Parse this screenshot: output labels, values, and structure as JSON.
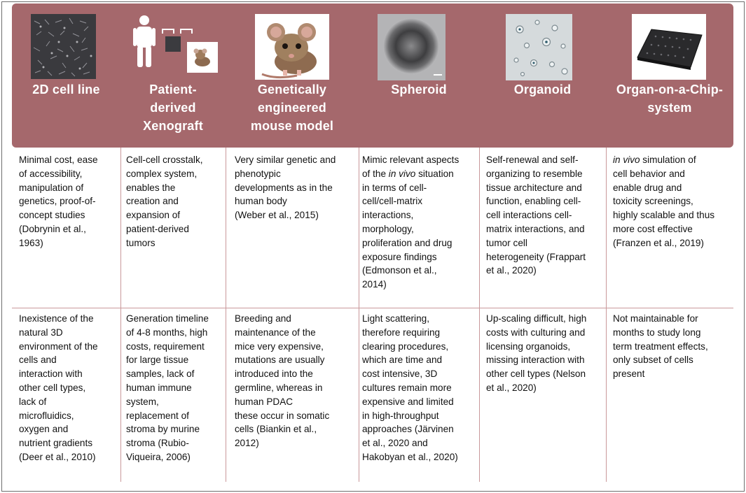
{
  "colors": {
    "header_bg": "#a5686c",
    "header_text": "#ffffff",
    "grid_line": "#c9989a",
    "text": "#111111"
  },
  "columns": [
    {
      "title_lines": [
        "2D cell line"
      ],
      "image": "cell-culture-micrograph"
    },
    {
      "title_lines": [
        "Patient-",
        "derived",
        "Xenograft"
      ],
      "image": "human-to-mouse-xenograft"
    },
    {
      "title_lines": [
        "Genetically",
        "engineered",
        "mouse model"
      ],
      "image": "mouse-photo"
    },
    {
      "title_lines": [
        "Spheroid"
      ],
      "image": "spheroid-micrograph"
    },
    {
      "title_lines": [
        "Organoid"
      ],
      "image": "organoid-micrograph"
    },
    {
      "title_lines": [
        "Organ-on-a-Chip-",
        "system"
      ],
      "image": "microfluidic-chip-plate"
    }
  ],
  "advantages": [
    {
      "lines": [
        "Minimal cost, ease",
        "of accessibility,",
        "manipulation of",
        "genetics, proof-of-",
        "concept studies",
        "(Dobrynin et al.,",
        "1963)"
      ]
    },
    {
      "lines": [
        "Cell-cell crosstalk,",
        "complex system,",
        "enables the",
        "creation and",
        "expansion of",
        "patient-derived",
        "tumors"
      ]
    },
    {
      "lines": [
        "Very similar genetic and",
        "phenotypic",
        "developments as in the",
        "human body",
        "(Weber et al., 2015)"
      ]
    },
    {
      "lines": [
        "Mimic relevant aspects",
        "of the ",
        "in vivo",
        " situation",
        "in terms of cell-",
        "cell/cell-matrix",
        "interactions,",
        "morphology,",
        "proliferation and drug",
        "exposure findings",
        "(Edmonson et al.,",
        "2014)"
      ]
    },
    {
      "lines": [
        "Self-renewal and self-",
        "organizing to resemble",
        "tissue architecture and",
        "function, enabling cell-",
        "cell interactions cell-",
        "matrix interactions, and",
        "tumor cell",
        "heterogeneity (Frappart",
        "et al., 2020)"
      ]
    },
    {
      "lines": [
        "in vivo",
        " simulation of",
        "cell behavior and",
        "enable drug and",
        "toxicity screenings,",
        "highly scalable and thus",
        "more cost effective",
        "(Franzen et al., 2019)"
      ]
    }
  ],
  "disadvantages": [
    {
      "lines": [
        "Inexistence of the",
        "natural 3D",
        "environment of the",
        "cells and",
        "interaction with",
        "other cell types,",
        "lack of",
        "microfluidics,",
        "oxygen and",
        "nutrient gradients",
        "(Deer et al., 2010)"
      ]
    },
    {
      "lines": [
        "Generation timeline",
        "of 4-8 months, high",
        "costs, requirement",
        "for large tissue",
        "samples, lack of",
        "human immune",
        "system,",
        "replacement of",
        "stroma by murine",
        "stroma (Rubio-",
        "Viqueira, 2006)"
      ]
    },
    {
      "lines": [
        "Breeding and",
        "maintenance of the",
        "mice very expensive,",
        "mutations are usually",
        "introduced into the",
        "germline, whereas in",
        "human PDAC",
        "these occur in somatic",
        "cells (Biankin et al.,",
        "2012)"
      ]
    },
    {
      "lines": [
        "Light scattering,",
        "therefore requiring",
        "clearing procedures,",
        "which are time and",
        "cost intensive, 3D",
        "cultures remain more",
        "expensive and limited",
        "in high-throughput",
        "approaches (Järvinen",
        "et al., 2020 and",
        "Hakobyan et al., 2020)"
      ]
    },
    {
      "lines": [
        "Up-scaling difficult, high",
        "costs with culturing and",
        "licensing organoids,",
        "missing interaction with",
        "other cell types (Nelson",
        "et al., 2020)"
      ]
    },
    {
      "lines": [
        "Not maintainable for",
        "months to study long",
        "term treatment effects,",
        "only subset of cells",
        "present"
      ]
    }
  ]
}
